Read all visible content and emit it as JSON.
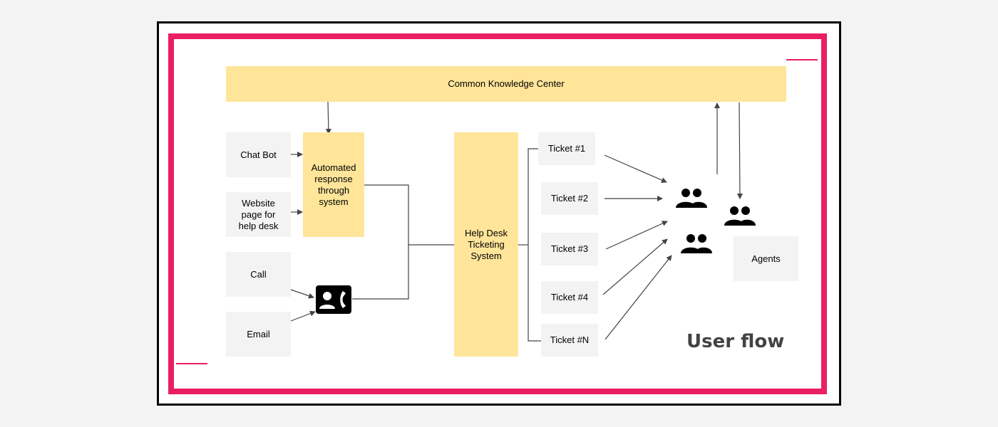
{
  "knowledge_center": {
    "label": "Common Knowledge Center"
  },
  "channels": {
    "chat_bot": "Chat Bot",
    "website": "Website\npage for\nhelp desk",
    "call": "Call",
    "email": "Email"
  },
  "automated": {
    "label": "Automated\nresponse\nthrough\nsystem"
  },
  "helpdesk": {
    "label": "Help Desk\nTicketing\nSystem"
  },
  "tickets": [
    "Ticket #1",
    "Ticket #2",
    "Ticket #3",
    "Ticket #4",
    "Ticket #N"
  ],
  "agents": {
    "label": "Agents"
  },
  "title": "User flow",
  "icons": {
    "phone": "contact-phone-icon",
    "agent_group": "people-group-icon"
  },
  "colors": {
    "accent": "#e91e63",
    "box_yellow": "#ffe599",
    "box_gray": "#f3f3f3"
  }
}
